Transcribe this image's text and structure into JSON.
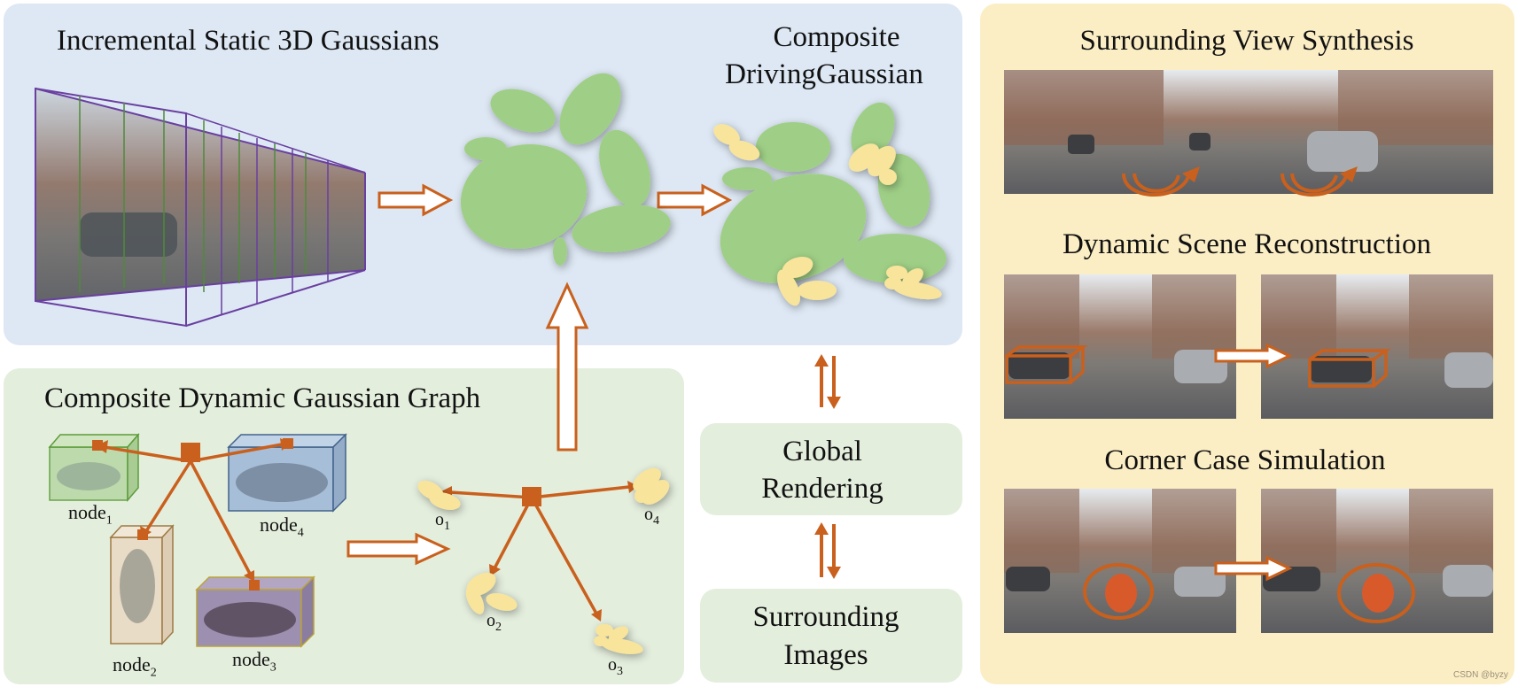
{
  "static_panel": {
    "title": "Incremental Static 3D Gaussians"
  },
  "composite": {
    "line1": "Composite",
    "line2": "DrivingGaussian"
  },
  "dynamic_panel": {
    "title": "Composite Dynamic Gaussian Graph",
    "nodes": [
      {
        "base": "node",
        "sub": "1"
      },
      {
        "base": "node",
        "sub": "2"
      },
      {
        "base": "node",
        "sub": "3"
      },
      {
        "base": "node",
        "sub": "4"
      }
    ],
    "objects": [
      {
        "base": "o",
        "sub": "1"
      },
      {
        "base": "o",
        "sub": "2"
      },
      {
        "base": "o",
        "sub": "3"
      },
      {
        "base": "o",
        "sub": "4"
      }
    ]
  },
  "global_rendering": {
    "line1": "Global",
    "line2": "Rendering"
  },
  "surrounding_images": {
    "line1": "Surrounding",
    "line2": "Images"
  },
  "right_panel": {
    "surround": "Surrounding View Synthesis",
    "dynamic": "Dynamic Scene Reconstruction",
    "corner": "Corner Case Simulation"
  },
  "watermark": "CSDN @byzy",
  "colors": {
    "arrow": "#c9601d",
    "gaussian_green": "#9fcf86",
    "gaussian_yellow": "#f8e49a",
    "static_bg": "#dde8f4",
    "dynamic_bg": "#e4eedd",
    "right_bg": "#fbeec5"
  }
}
